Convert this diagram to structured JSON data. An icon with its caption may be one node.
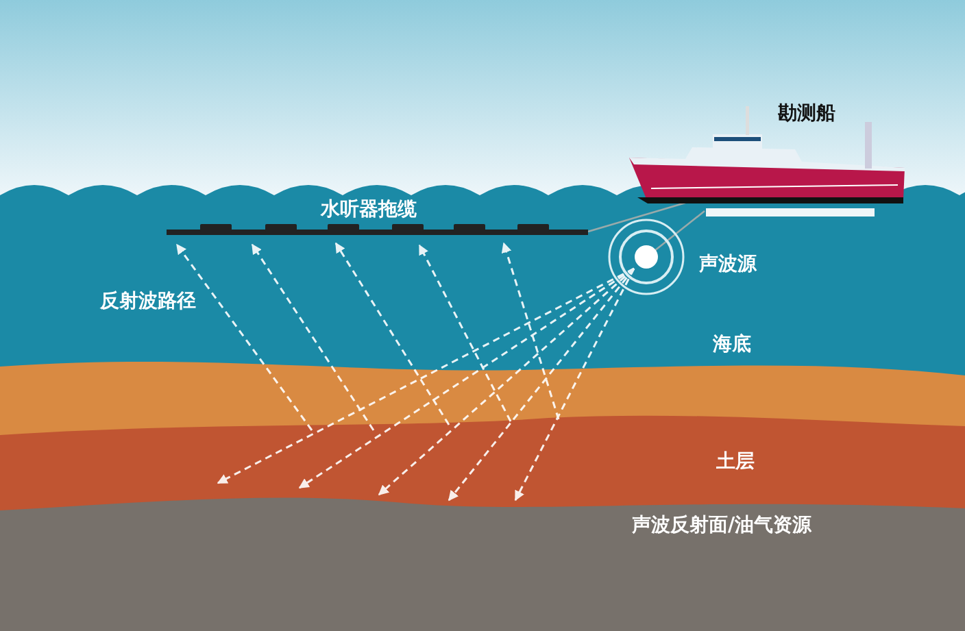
{
  "diagram": {
    "labels": [
      "勘测船",
      "水听器拖缆",
      "声波源",
      "反射波路径",
      "海底",
      "土层",
      "声波反射面/油气资源"
    ]
  }
}
